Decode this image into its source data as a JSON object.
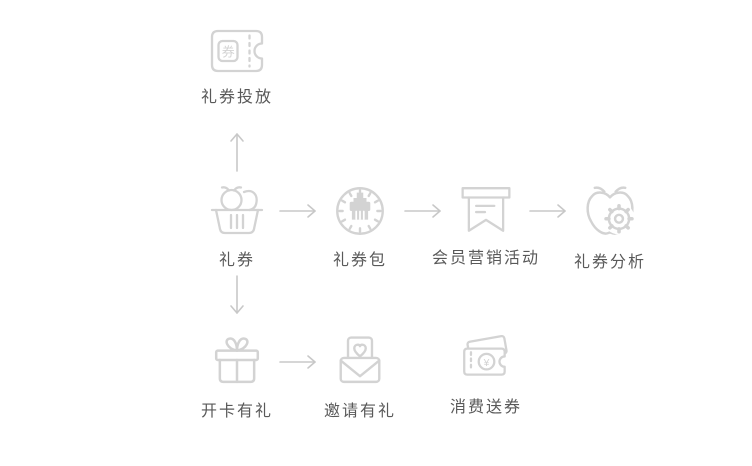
{
  "colors": {
    "background": "#ffffff",
    "icon_stroke": "#d3d3d3",
    "icon_fill": "#d5d5d5",
    "arrow": "#c8c8c8",
    "label": "#595959"
  },
  "icon_text": {
    "coupon_char": "券",
    "currency_symbol": "¥"
  },
  "nodes": [
    {
      "id": "coupon-distribution",
      "label": "礼券投放",
      "icon": "coupon-ticket-icon",
      "row": "top",
      "col": 1
    },
    {
      "id": "coupon",
      "label": "礼券",
      "icon": "fruit-basket-icon",
      "row": "middle",
      "col": 1
    },
    {
      "id": "coupon-package",
      "label": "礼券包",
      "icon": "gauge-brush-icon",
      "row": "middle",
      "col": 2
    },
    {
      "id": "member-marketing-activity",
      "label": "会员营销活动",
      "icon": "banner-bookmark-icon",
      "row": "middle",
      "col": 3
    },
    {
      "id": "coupon-analysis",
      "label": "礼券分析",
      "icon": "apple-gear-icon",
      "row": "middle",
      "col": 4
    },
    {
      "id": "open-card-gift",
      "label": "开卡有礼",
      "icon": "gift-box-icon",
      "row": "bottom",
      "col": 1
    },
    {
      "id": "invite-gift",
      "label": "邀请有礼",
      "icon": "envelope-heart-icon",
      "row": "bottom",
      "col": 2
    },
    {
      "id": "spend-send-coupon",
      "label": "消费送券",
      "icon": "double-ticket-icon",
      "row": "bottom",
      "col": 3
    }
  ],
  "edges": [
    {
      "from": "礼券",
      "to": "礼券投放",
      "direction": "up"
    },
    {
      "from": "礼券",
      "to": "礼券包",
      "direction": "right"
    },
    {
      "from": "礼券包",
      "to": "会员营销活动",
      "direction": "right"
    },
    {
      "from": "会员营销活动",
      "to": "礼券分析",
      "direction": "right"
    },
    {
      "from": "礼券",
      "to": "开卡有礼",
      "direction": "down"
    },
    {
      "from": "开卡有礼",
      "to": "邀请有礼",
      "direction": "right"
    }
  ]
}
